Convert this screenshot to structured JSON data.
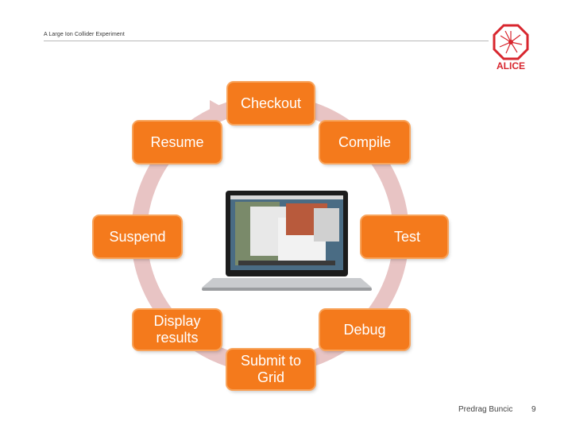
{
  "header": {
    "text": "A Large Ion Collider Experiment"
  },
  "logo": {
    "name": "ALICE"
  },
  "cycle": {
    "steps": [
      "Checkout",
      "Compile",
      "Test",
      "Debug",
      "Submit to Grid",
      "Display results",
      "Suspend",
      "Resume"
    ],
    "box_color": "#f47a1c",
    "ring_color": "#e8c4c4"
  },
  "footer": {
    "author": "Predrag Buncic",
    "page": "9"
  }
}
